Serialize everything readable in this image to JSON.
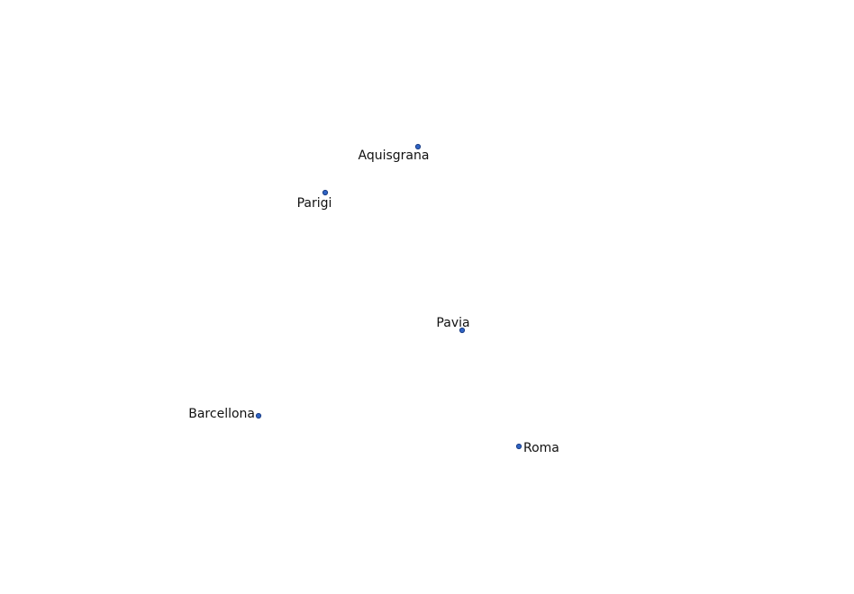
{
  "map": {
    "colors": {
      "background": "#ffffff",
      "marker": "#2f63c4",
      "marker_stroke": "#1c3f86",
      "label": "#111111"
    },
    "places": [
      {
        "id": "aquisgrana",
        "name": "Aquisgrana"
      },
      {
        "id": "parigi",
        "name": "Parigi"
      },
      {
        "id": "pavia",
        "name": "Pavia"
      },
      {
        "id": "barcellona",
        "name": "Barcellona"
      },
      {
        "id": "roma",
        "name": "Roma"
      }
    ]
  }
}
